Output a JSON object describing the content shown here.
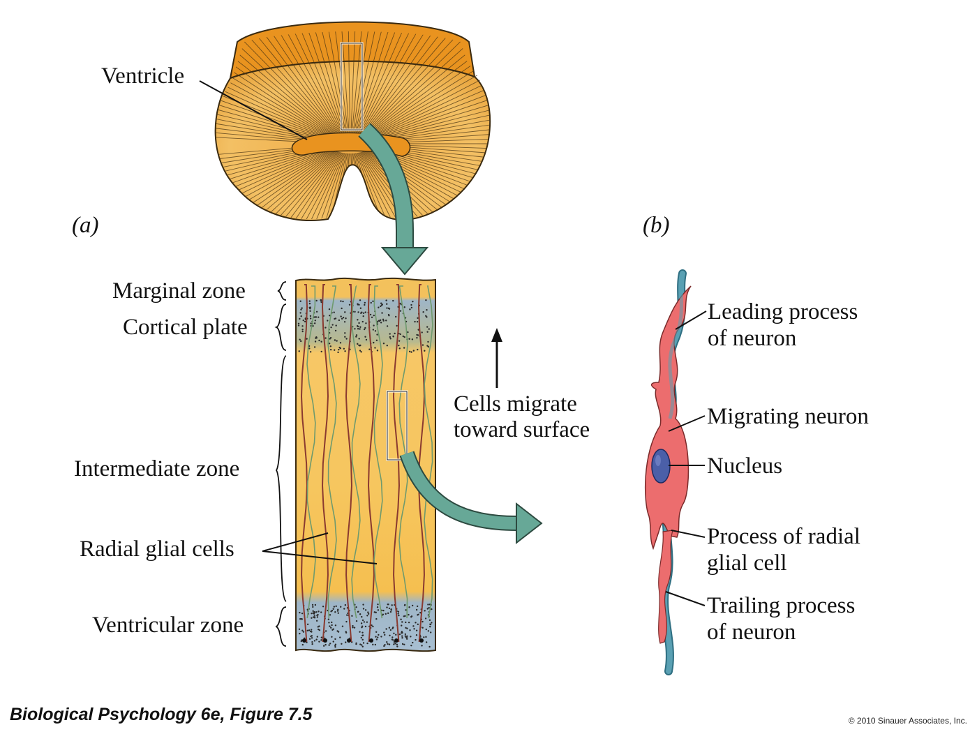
{
  "colors": {
    "brain_orange": "#e9a13a",
    "brain_rim": "#d98a1e",
    "cortex_yellow": "#f5c35b",
    "zone_blue": "#9fb6c7",
    "glia_green": "#6f9a6d",
    "glia_red": "#b5443c",
    "arrow_teal": "#67a897",
    "neuron_red": "#ec6d6e",
    "glia_blue": "#5aa0b3",
    "nucleus_blue": "#4b5fa8"
  },
  "panel_a": {
    "label": "(a)",
    "ventricle_label": "Ventricle",
    "zones": {
      "marginal": "Marginal zone",
      "cortical_plate": "Cortical plate",
      "intermediate": "Intermediate zone",
      "ventricular": "Ventricular zone"
    },
    "radial_glial_label": "Radial glial cells",
    "migrate_label_line1": "Cells migrate",
    "migrate_label_line2": "toward surface"
  },
  "panel_b": {
    "label": "(b)",
    "leading_line1": "Leading process",
    "leading_line2": "of neuron",
    "migrating": "Migrating neuron",
    "nucleus": "Nucleus",
    "glial_line1": "Process of radial",
    "glial_line2": "glial cell",
    "trailing_line1": "Trailing process",
    "trailing_line2": "of neuron"
  },
  "footer": {
    "title": "Biological Psychology 6e, Figure 7.5",
    "copyright": "© 2010 Sinauer Associates, Inc."
  }
}
